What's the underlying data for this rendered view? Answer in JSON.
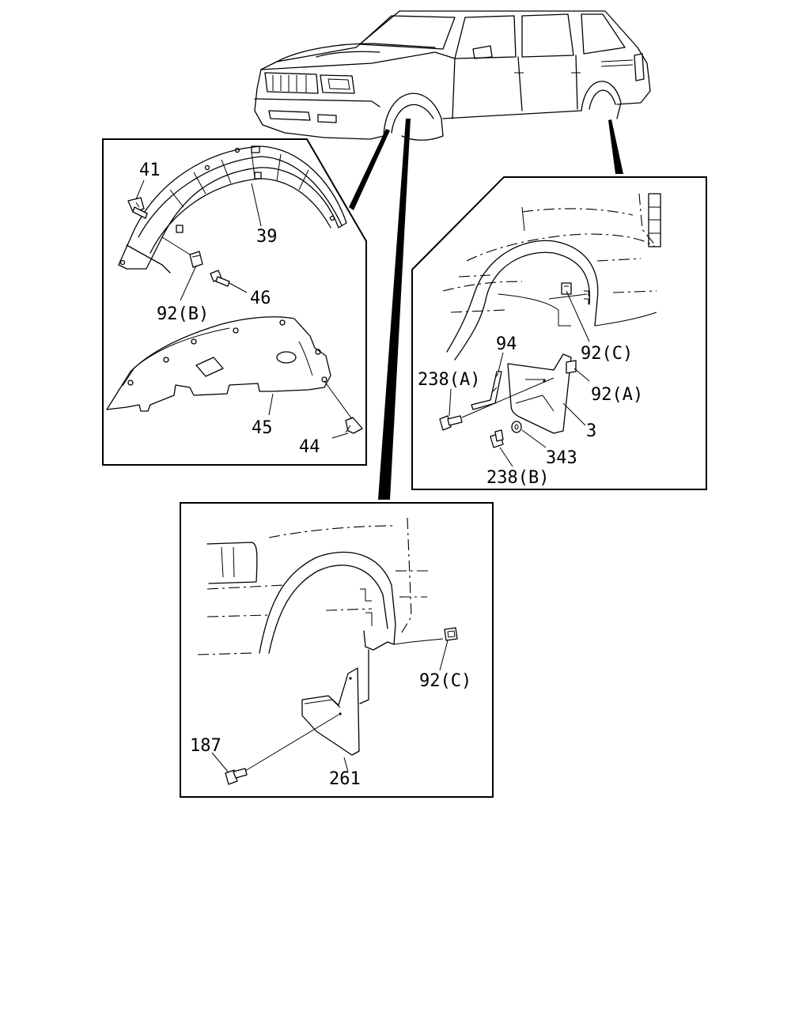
{
  "callouts": {
    "c41": "41",
    "c39": "39",
    "c46": "46",
    "c92b": "92(B)",
    "c45": "45",
    "c44": "44",
    "c94": "94",
    "c238a": "238(A)",
    "c92c_rear": "92(C)",
    "c92a": "92(A)",
    "c3": "3",
    "c343": "343",
    "c238b": "238(B)",
    "c92c_front": "92(C)",
    "c187": "187",
    "c261": "261"
  },
  "colors": {
    "line": "#000000",
    "background": "#ffffff"
  }
}
